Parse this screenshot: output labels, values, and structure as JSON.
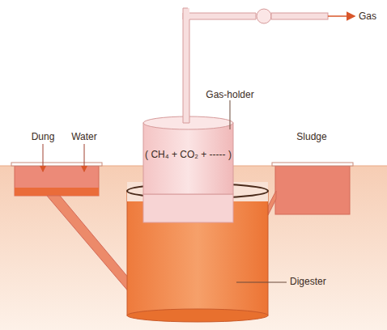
{
  "diagram": {
    "labels": [
      "Gas",
      "Gas-holder",
      "( CH₄ + CO₂ + ----- )",
      "Dung",
      "Water",
      "Sludge",
      "Digester"
    ]
  }
}
